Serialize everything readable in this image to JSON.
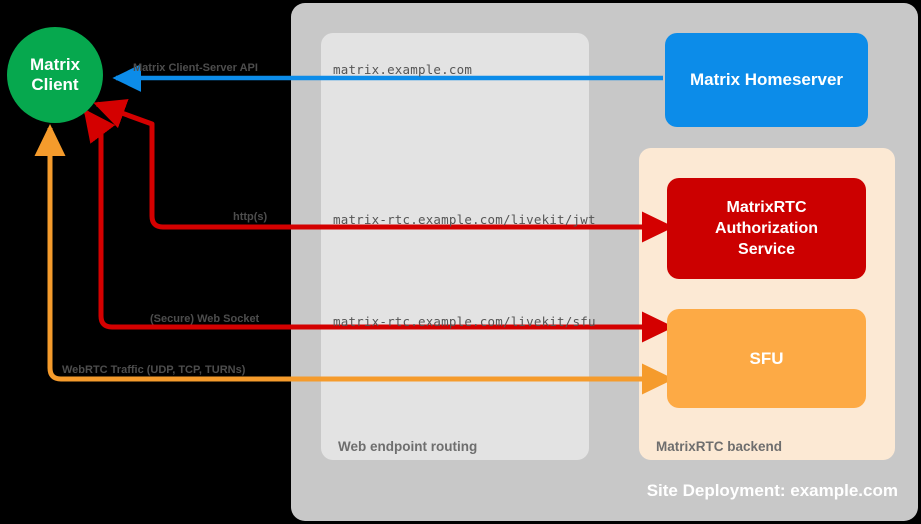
{
  "diagram": {
    "title": "Site Deployment: example.com",
    "colors": {
      "background": "#000000",
      "site_panel": "#c8c8c8",
      "web_routing_panel": "#e3e3e3",
      "rtc_backend_panel": "#fce9d4",
      "client_green": "#06a84e",
      "homeserver_blue": "#0c8ce9",
      "auth_red": "#cc0000",
      "sfu_orange": "#fdaa45",
      "arrow_blue": "#0c8ce9",
      "arrow_red": "#d40000",
      "arrow_orange": "#f59b2c"
    }
  },
  "nodes": {
    "client": {
      "line1": "Matrix",
      "line2": "Client"
    },
    "homeserver": {
      "label": "Matrix Homeserver"
    },
    "auth_service": {
      "line1": "MatrixRTC",
      "line2": "Authorization",
      "line3": "Service"
    },
    "sfu": {
      "label": "SFU"
    }
  },
  "panels": {
    "site": {
      "caption": "Site Deployment: example.com"
    },
    "web_routing": {
      "caption": "Web endpoint routing"
    },
    "rtc_backend": {
      "caption": "MatrixRTC backend"
    }
  },
  "endpoints": [
    {
      "url": "matrix.example.com"
    },
    {
      "url": "matrix-rtc.example.com/livekit/jwt"
    },
    {
      "url": "matrix-rtc.example.com/livekit/sfu"
    }
  ],
  "edges": [
    {
      "label": "Matrix Client-Server API",
      "color": "#0c8ce9",
      "from": "homeserver",
      "to": "client"
    },
    {
      "label": "http(s)",
      "color": "#d40000",
      "from": "client",
      "to": "auth_service"
    },
    {
      "label": "(Secure) Web Socket",
      "color": "#d40000",
      "from": "client",
      "to": "sfu"
    },
    {
      "label": "WebRTC Traffic (UDP, TCP, TURNs)",
      "color": "#f59b2c",
      "from": "client",
      "to": "sfu"
    }
  ]
}
